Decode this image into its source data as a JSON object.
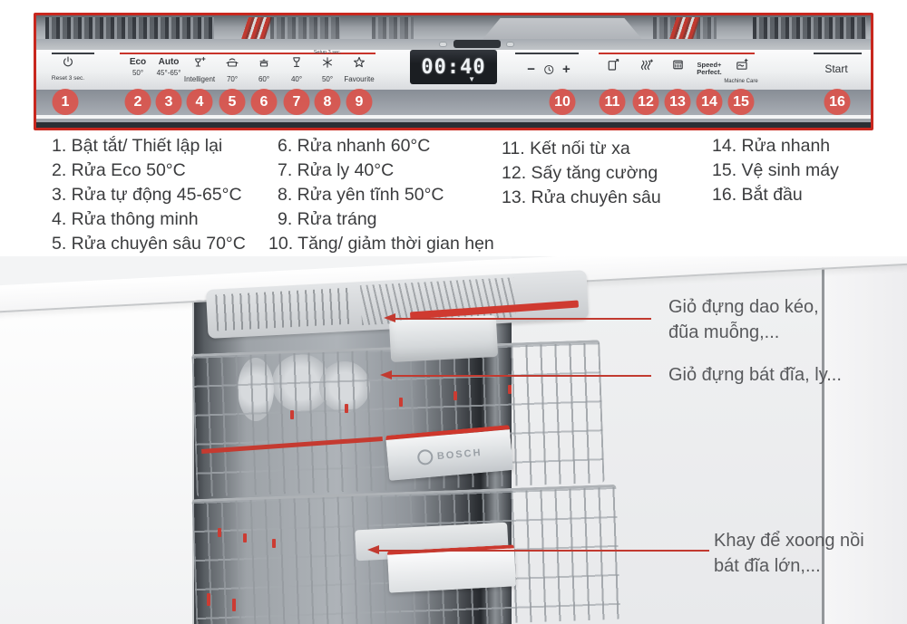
{
  "panel": {
    "display": {
      "time": "00:40",
      "arrow": "▼"
    },
    "power": {
      "label": "Reset 3 sec."
    },
    "programs": {
      "eco": {
        "title": "Eco",
        "temp": "50°"
      },
      "auto": {
        "title": "Auto",
        "temp": "45°-65°"
      },
      "intelligent": {
        "temp": "Intelligent"
      },
      "intensive70": {
        "temp": "70°"
      },
      "quick60": {
        "temp": "60°"
      },
      "glass40": {
        "temp": "40°"
      },
      "silence50": {
        "temp": "50°",
        "setup": "Setup 3 sec."
      },
      "favourite": {
        "temp": "Favourite"
      }
    },
    "timer": {
      "minus": "−",
      "plus": "+"
    },
    "options": {
      "speed": {
        "line1": "Speed+",
        "line2": "Perfect."
      },
      "care": {
        "label": "Machine Care"
      }
    },
    "start": {
      "label": "Start"
    },
    "numbers": [
      "1",
      "2",
      "3",
      "4",
      "5",
      "6",
      "7",
      "8",
      "9",
      "10",
      "11",
      "12",
      "13",
      "14",
      "15",
      "16"
    ]
  },
  "legend": {
    "items": [
      "1. Bật tắt/ Thiết lập lại",
      "2. Rửa Eco 50°C",
      "3. Rửa tự động 45-65°C",
      "4. Rửa thông minh",
      "5. Rửa chuyên sâu 70°C",
      "6. Rửa nhanh 60°C",
      "7. Rửa ly 40°C",
      "8. Rửa yên tĩnh 50°C",
      "9. Rửa tráng",
      "10. Tăng/ giảm thời gian hẹn",
      "11. Kết nối từ xa",
      "12. Sấy tăng cường",
      "13. Rửa chuyên sâu",
      "14. Rửa nhanh",
      "15. Vệ sinh máy",
      "16. Bắt đầu"
    ]
  },
  "annotations": [
    {
      "line1": "Giỏ đựng dao kéo,",
      "line2": "đũa muỗng,..."
    },
    {
      "line1": "Giỏ đựng bát đĩa, ly..."
    },
    {
      "line1": "Khay để xoong nồi",
      "line2": "bát đĩa lớn,..."
    }
  ],
  "photo": {
    "brand": "BOSCH"
  },
  "colors": {
    "accent_red": "#c8271e",
    "callout_red": "#c23a30",
    "badge_red": "#db524a"
  }
}
